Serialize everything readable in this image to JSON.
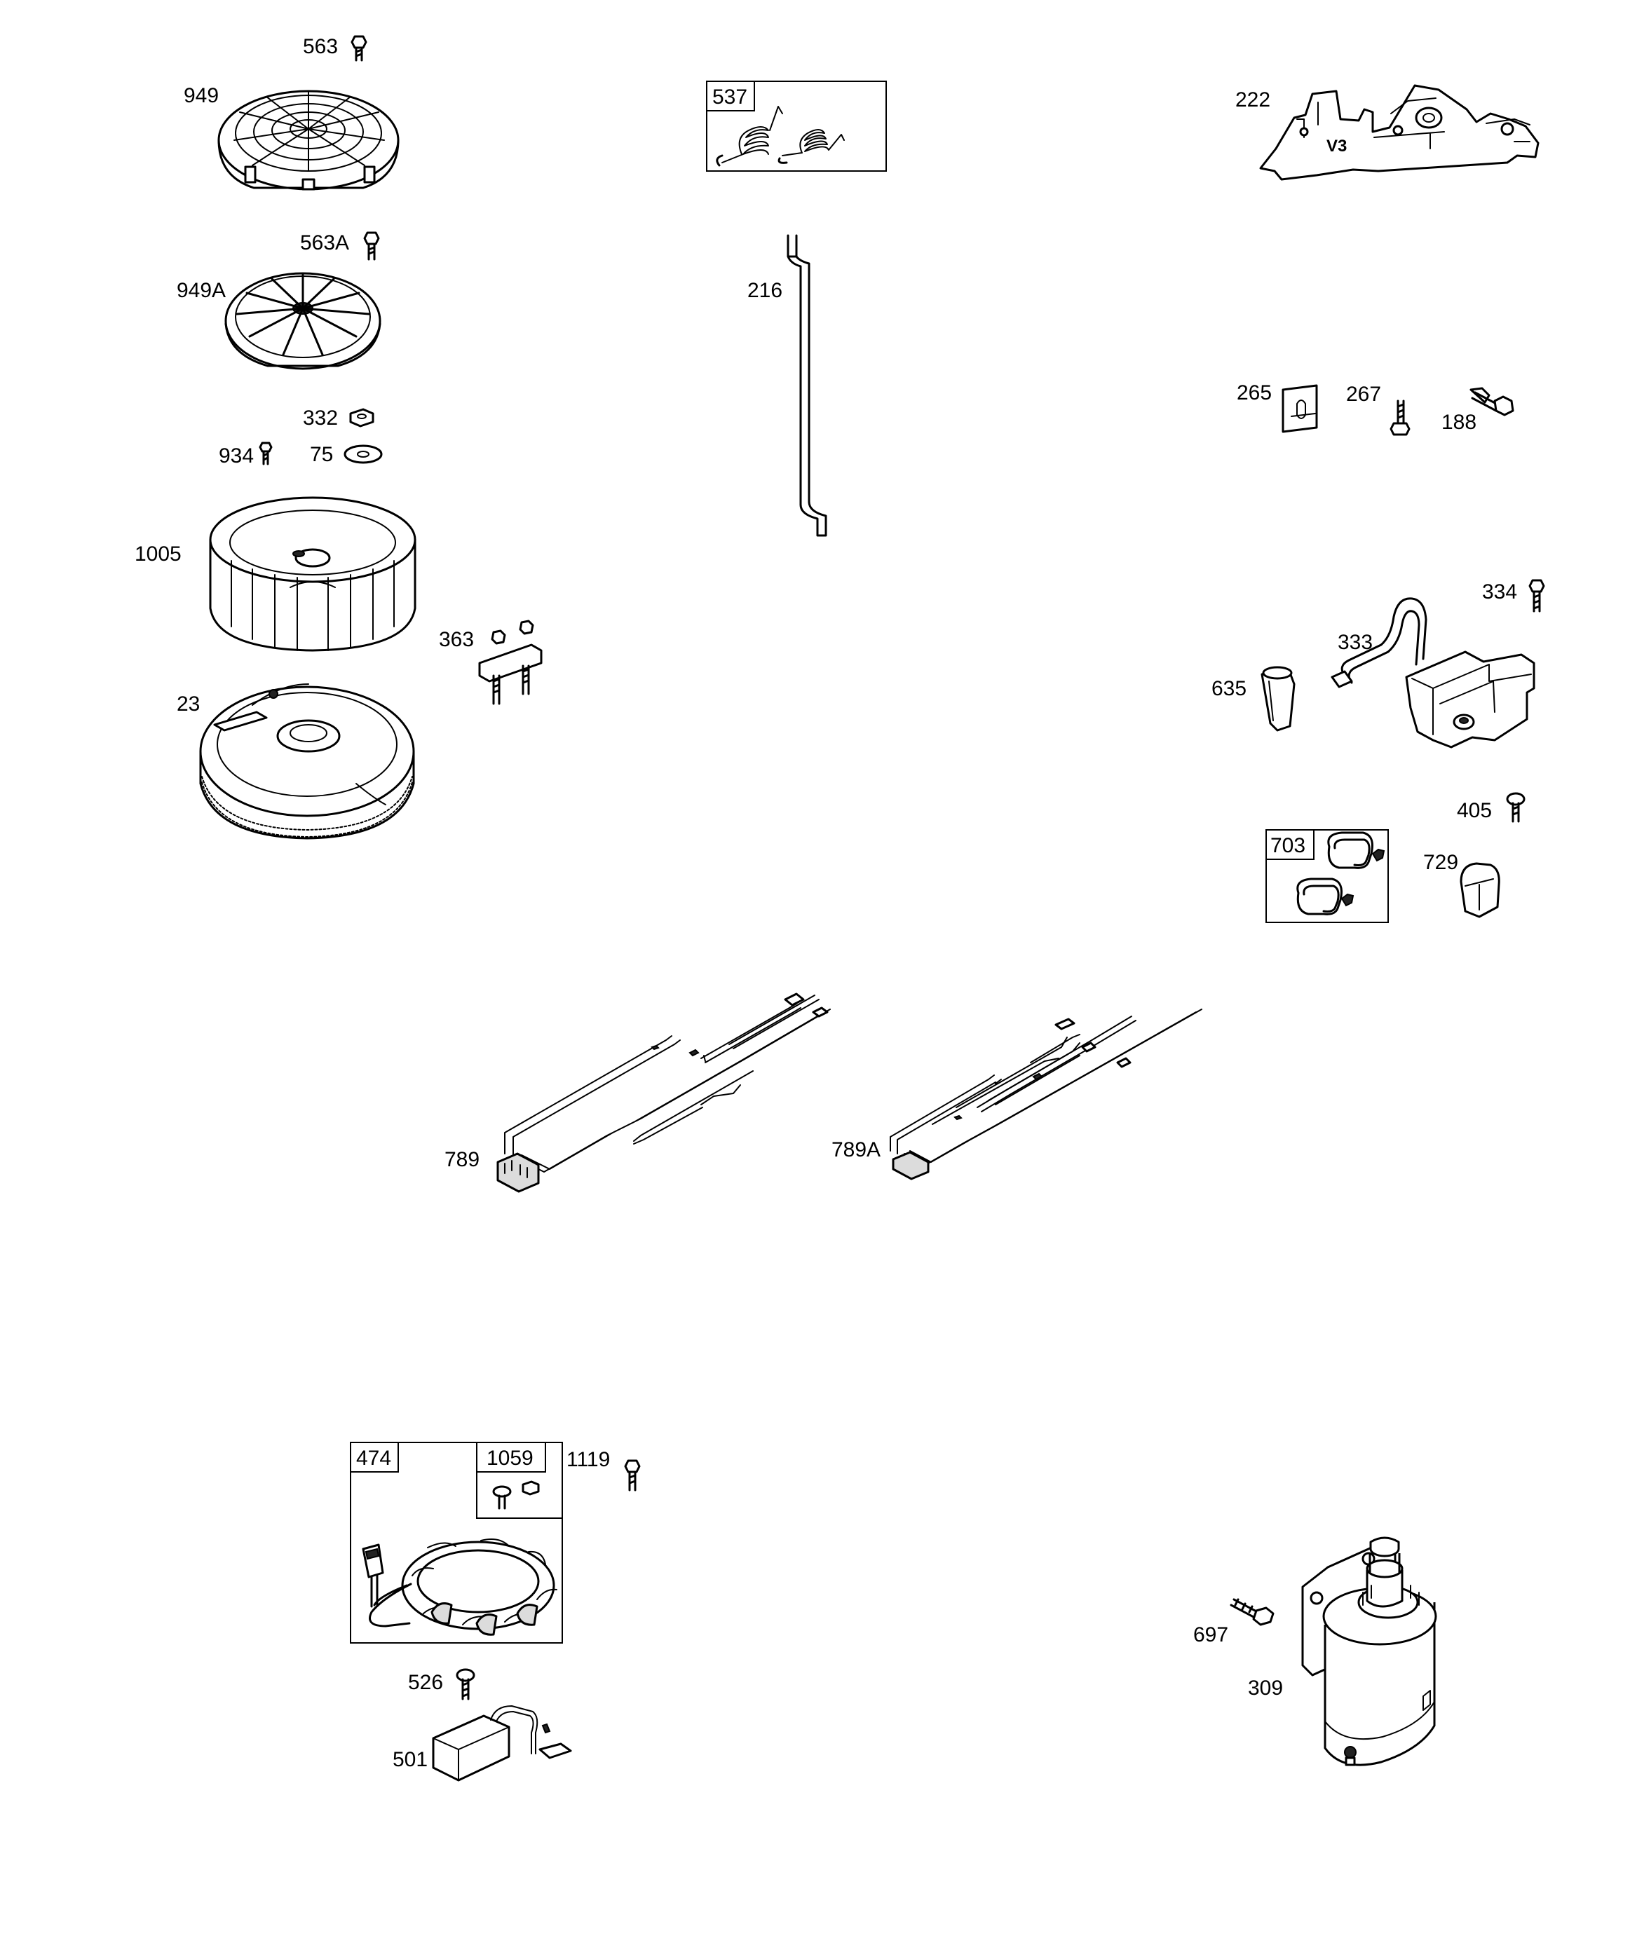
{
  "diagram": {
    "labels": {
      "p563": "563",
      "p949": "949",
      "p563A": "563A",
      "p949A": "949A",
      "p332": "332",
      "p934": "934",
      "p75": "75",
      "p1005": "1005",
      "p363": "363",
      "p23": "23",
      "p537": "537",
      "p216": "216",
      "p222": "222",
      "p265": "265",
      "p267": "267",
      "p188": "188",
      "p334": "334",
      "p333": "333",
      "p635": "635",
      "p405": "405",
      "p703": "703",
      "p729": "729",
      "p789": "789",
      "p789A": "789A",
      "p474": "474",
      "p1059": "1059",
      "p1119": "1119",
      "p526": "526",
      "p501": "501",
      "p697": "697",
      "p309": "309"
    },
    "bracket_mark": "V3"
  }
}
